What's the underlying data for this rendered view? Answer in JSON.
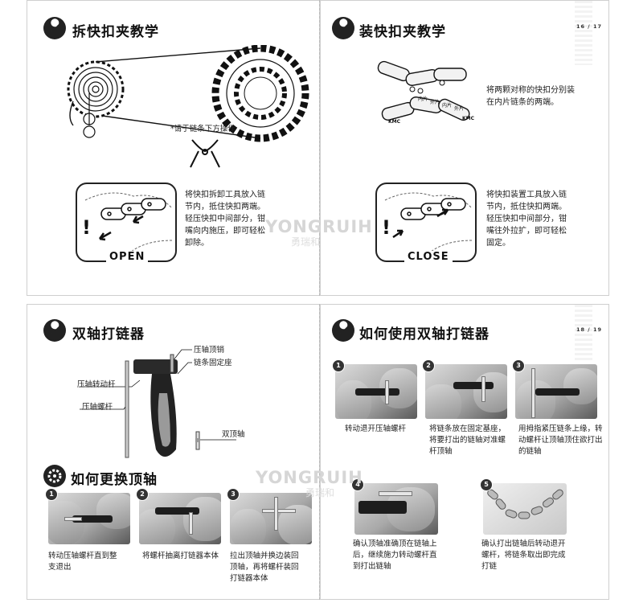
{
  "panel1": {
    "title": "拆快扣夹教学",
    "note": "*请于链条下方操作",
    "instructions": [
      "将快扣拆卸工具放入链",
      "节内，抵住快扣两端。",
      "轻压快扣中间部分，钳",
      "嘴向内施压，即可轻松",
      "卸除。"
    ],
    "frame_word": "OPEN"
  },
  "panel2": {
    "title": "装快扣夹教学",
    "page_num": "16 / 17",
    "desc1": [
      "将两颗对称的快扣分别装",
      "在内片链条的两端。"
    ],
    "link_labels": [
      "KMC",
      "内片",
      "外片",
      "内片",
      "外片",
      "KMC"
    ],
    "instructions": [
      "将快扣装置工具放入链",
      "节内，抵住快扣两端。",
      "轻压快扣中间部分，钳",
      "嘴往外拉扩，即可轻松",
      "固定。"
    ],
    "frame_word": "CLOSE"
  },
  "panel3": {
    "title": "双轴打链器",
    "labels": {
      "pin": "压轴顶销",
      "seat": "链条固定座",
      "rod": "压轴转动杆",
      "screw": "压轴螺杆",
      "double": "双顶轴"
    },
    "subtitle": "如何更换顶轴",
    "steps": [
      {
        "num": "1",
        "caption": [
          "转动压轴螺杆直到整",
          "支退出"
        ]
      },
      {
        "num": "2",
        "caption": [
          "将螺杆抽离打链器本体"
        ]
      },
      {
        "num": "3",
        "caption": [
          "拉出顶轴并换边装回",
          "顶轴，再将螺杆装回",
          "打链器本体"
        ]
      }
    ]
  },
  "panel4": {
    "title": "如何使用双轴打链器",
    "page_num": "18 / 19",
    "steps": [
      {
        "num": "1",
        "caption": [
          "转动退开压轴螺杆"
        ]
      },
      {
        "num": "2",
        "caption": [
          "将链条放在固定基座，",
          "将要打出的链轴对准螺",
          "杆顶轴"
        ]
      },
      {
        "num": "3",
        "caption": [
          "用拇指紧压链条上缘，转",
          "动螺杆让顶轴顶住欲打出",
          "的链轴"
        ]
      },
      {
        "num": "4",
        "caption": [
          "确认顶轴准确顶在链轴上",
          "后，继续施力转动螺杆直",
          "到打出链轴"
        ]
      },
      {
        "num": "5",
        "caption": [
          "确认打出链轴后转动退开",
          "螺杆，将链条取出即完成",
          "打链"
        ]
      }
    ]
  },
  "watermark": {
    "brand": "YONGRUIH",
    "cn": "勇瑞和"
  },
  "colors": {
    "ink": "#111111",
    "frame": "#222222",
    "photo": "#8f8f8f",
    "watermark": "#d6d6d6"
  },
  "icons": [
    "wrench-icon",
    "gear-icon",
    "exclamation-icon",
    "arrow-icon",
    "pliers-icon"
  ]
}
